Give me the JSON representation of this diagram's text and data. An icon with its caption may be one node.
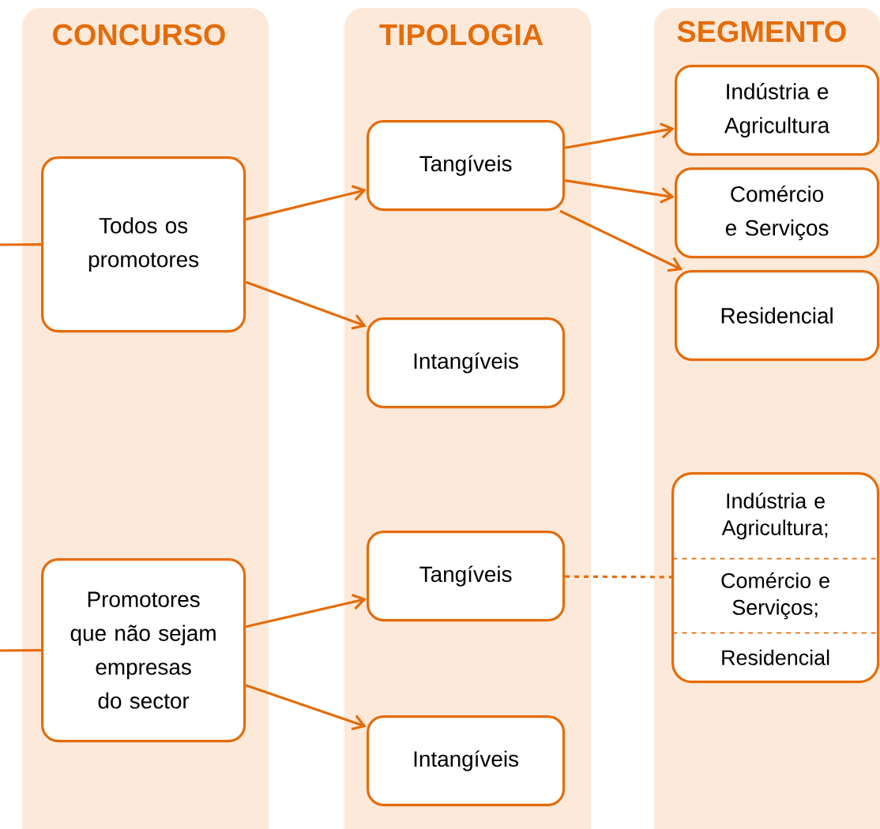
{
  "diagram": {
    "nodes": [
      {
        "text": [
          "CONCURSO"
        ]
      },
      {
        "text": [
          "TIPOLOGIA"
        ]
      },
      {
        "text": [
          "SEGMENTO"
        ]
      },
      {
        "text": [
          "Todos os promotores"
        ],
        "in": 0
      },
      {
        "text": [
          "Promotores que não sejam empresas do sector"
        ],
        "in": 0
      },
      {
        "text": [
          "Tangíveis"
        ],
        "in": 1
      },
      {
        "text": [
          "Intangíveis"
        ],
        "in": 1
      },
      {
        "text": [
          "Tangíveis"
        ],
        "in": 1
      },
      {
        "text": [
          "Intangíveis"
        ],
        "in": 1
      },
      {
        "text": [
          "Indústria e Agricultura"
        ],
        "in": 2
      },
      {
        "text": [
          "Comércio e Serviços"
        ],
        "in": 2
      },
      {
        "text": [
          "Residencial"
        ],
        "in": 2
      },
      {
        "text": [
          "Indústria e Agricultura;",
          "Comércio e Serviços;",
          "Residencial"
        ],
        "in": 2
      }
    ],
    "edges": [
      {
        "from": null,
        "to": 3,
        "arrow": "none"
      },
      {
        "from": 3,
        "to": 5,
        "arrow": "to"
      },
      {
        "from": 3,
        "to": 6,
        "arrow": "to"
      },
      {
        "from": 5,
        "to": 9,
        "arrow": "to"
      },
      {
        "from": 5,
        "to": 10,
        "arrow": "to"
      },
      {
        "from": 5,
        "to": 11,
        "arrow": "to"
      },
      {
        "from": null,
        "to": 4,
        "arrow": "none"
      },
      {
        "from": 4,
        "to": 7,
        "arrow": "to"
      },
      {
        "from": 4,
        "to": 8,
        "arrow": "to"
      },
      {
        "from": 7,
        "to": 12,
        "arrow": "none",
        "style": "dashed"
      }
    ]
  }
}
